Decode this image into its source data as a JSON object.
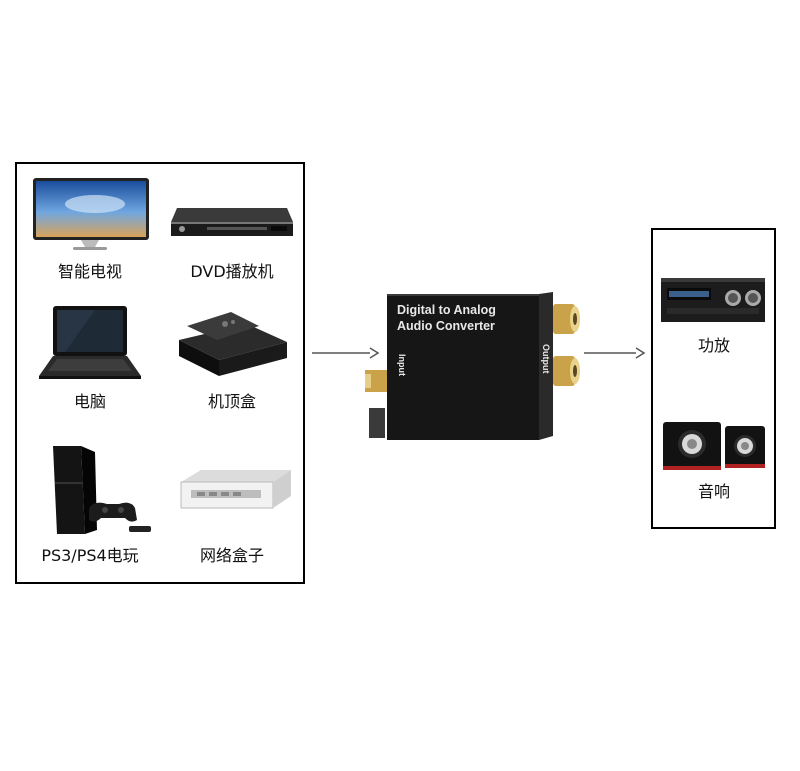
{
  "sources": [
    {
      "key": "tv",
      "label": "智能电视",
      "icon": "smart-tv-icon"
    },
    {
      "key": "dvd",
      "label": "DVD播放机",
      "icon": "dvd-player-icon"
    },
    {
      "key": "pc",
      "label": "电脑",
      "icon": "laptop-icon"
    },
    {
      "key": "stb",
      "label": "机顶盒",
      "icon": "set-top-box-icon"
    },
    {
      "key": "ps",
      "label": "PS3/PS4电玩",
      "icon": "game-console-icon"
    },
    {
      "key": "netbox",
      "label": "网络盒子",
      "icon": "network-box-icon"
    }
  ],
  "converter": {
    "line1": "Digital to Analog",
    "line2": "Audio Converter",
    "input_label": "Input",
    "output_label": "Output"
  },
  "outputs": [
    {
      "key": "amp",
      "label": "功放",
      "icon": "amplifier-icon"
    },
    {
      "key": "speaker",
      "label": "音响",
      "icon": "speaker-icon"
    }
  ],
  "colors": {
    "border": "#000000",
    "arrow": "#555555",
    "device_body": "#161616",
    "rca_gold": "#c9a24a"
  }
}
